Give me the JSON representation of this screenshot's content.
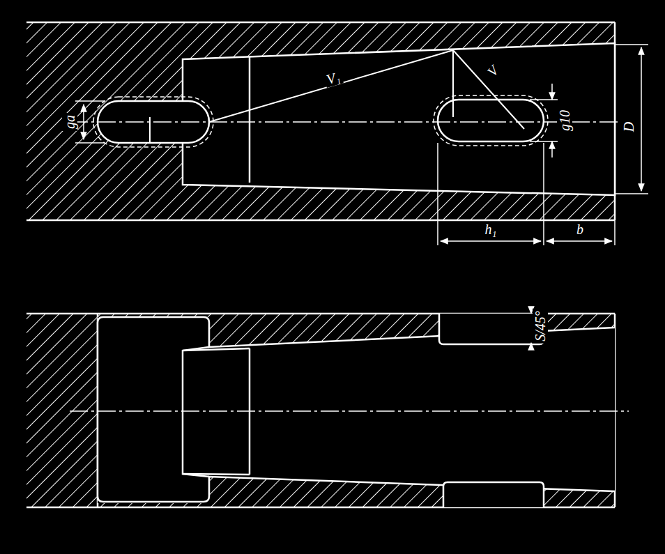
{
  "diagram": {
    "labels": [
      "ga",
      "V₁",
      "V",
      "g10",
      "D",
      "h₁",
      "b",
      "S/45°"
    ]
  }
}
